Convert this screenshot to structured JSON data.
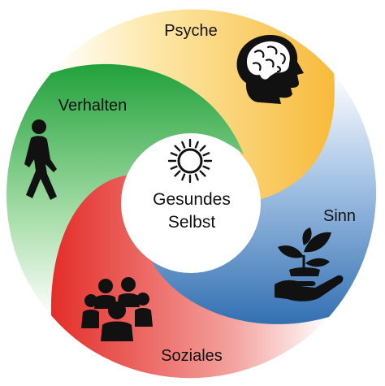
{
  "diagram": {
    "center": {
      "line1": "Gesundes",
      "line2": "Selbst",
      "icon": "sun-icon"
    },
    "segments": [
      {
        "key": "psyche",
        "label": "Psyche",
        "icon": "head-brain-icon",
        "color": "#F7B733"
      },
      {
        "key": "sinn",
        "label": "Sinn",
        "icon": "plant-in-hand-icon",
        "color": "#2E6DB0"
      },
      {
        "key": "soziales",
        "label": "Soziales",
        "icon": "group-of-people-icon",
        "color": "#E32B26"
      },
      {
        "key": "verhalten",
        "label": "Verhalten",
        "icon": "walking-person-icon",
        "color": "#21A13A"
      }
    ]
  }
}
